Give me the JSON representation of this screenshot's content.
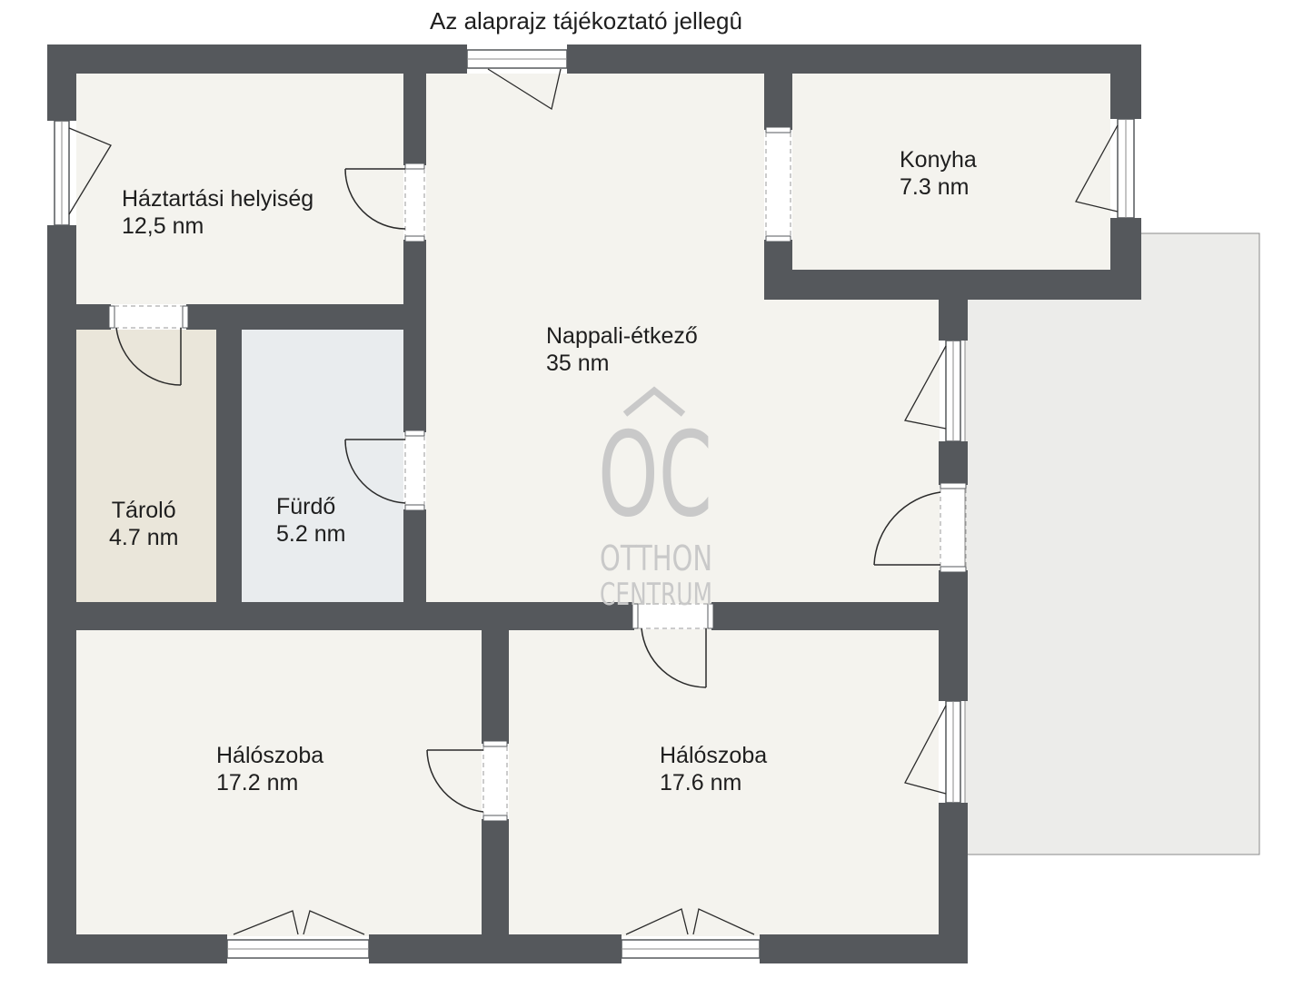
{
  "note": "Az alaprajz tájékoztató jellegû",
  "colors": {
    "wall": "#55585c",
    "floor": "#f4f3ee",
    "storage_floor": "#eae6da",
    "bath_floor": "#e9ecee",
    "terrace": "#ececea",
    "logo": "#c9c9c9"
  },
  "rooms": [
    {
      "id": "haztartasi",
      "name": "Háztartási helyiség",
      "area": "12,5 nm"
    },
    {
      "id": "konyha",
      "name": "Konyha",
      "area": "7.3 nm"
    },
    {
      "id": "nappali",
      "name": "Nappali-étkező",
      "area": "35 nm"
    },
    {
      "id": "tarolo",
      "name": "Tároló",
      "area": "4.7 nm"
    },
    {
      "id": "furdo",
      "name": "Fürdő",
      "area": "5.2 nm"
    },
    {
      "id": "haloszoba1",
      "name": "Hálószoba",
      "area": "17.2 nm"
    },
    {
      "id": "haloszoba2",
      "name": "Hálószoba",
      "area": "17.6 nm"
    }
  ],
  "watermark": {
    "monogram": "OC",
    "line1": "OTTHON",
    "line2": "CENTRUM"
  }
}
